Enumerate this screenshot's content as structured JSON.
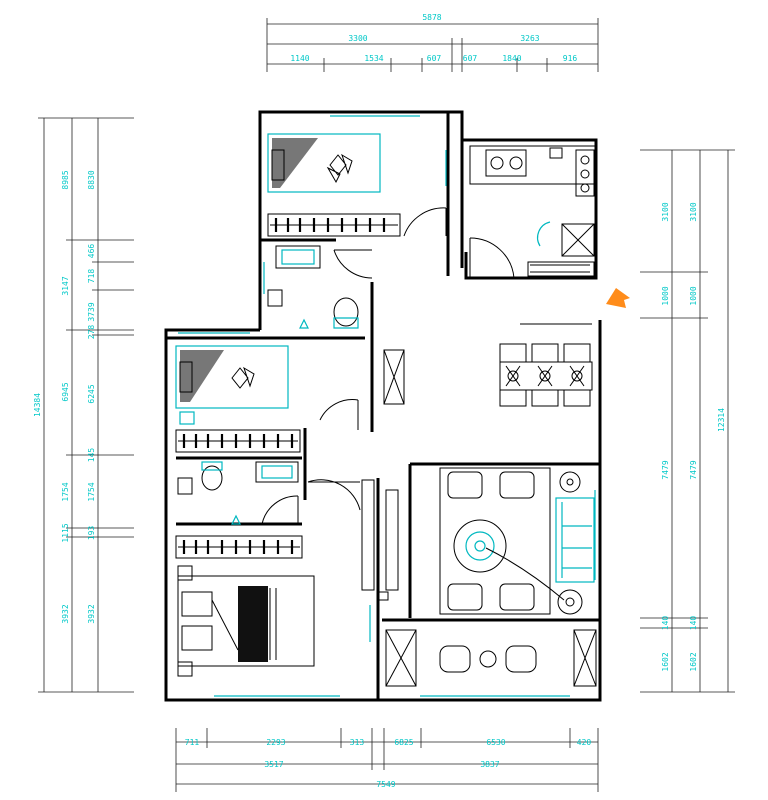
{
  "dimensions": {
    "top_total": "5878",
    "top_mid": [
      "3300",
      "3263"
    ],
    "top_segments": [
      "1140",
      "1534",
      "607",
      "607",
      "1840",
      "916"
    ],
    "left_outer": "14384",
    "left_mid": [
      "8985",
      "3147",
      "6945",
      "1754",
      "1115",
      "3932"
    ],
    "left_inner": [
      "8830",
      "718",
      "466",
      "278",
      "3739",
      "6245",
      "145",
      "1754",
      "193",
      "3932"
    ],
    "right_outer": "12314",
    "right_mid": [
      "3100",
      "1000",
      "7479",
      "140",
      "1602"
    ],
    "right_inner": [
      "3100",
      "1000",
      "7479",
      "140",
      "1602"
    ],
    "bottom_segments": [
      "711",
      "2293",
      "313",
      "6825",
      "6530",
      "420"
    ],
    "bottom_mid": [
      "3517",
      "3837"
    ],
    "bottom_total": "7549"
  },
  "colors": {
    "wall": "#000000",
    "furniture": "#00b8c0",
    "dimension_text": "#00c8c8",
    "north_arrow": "#ff8c1a"
  }
}
